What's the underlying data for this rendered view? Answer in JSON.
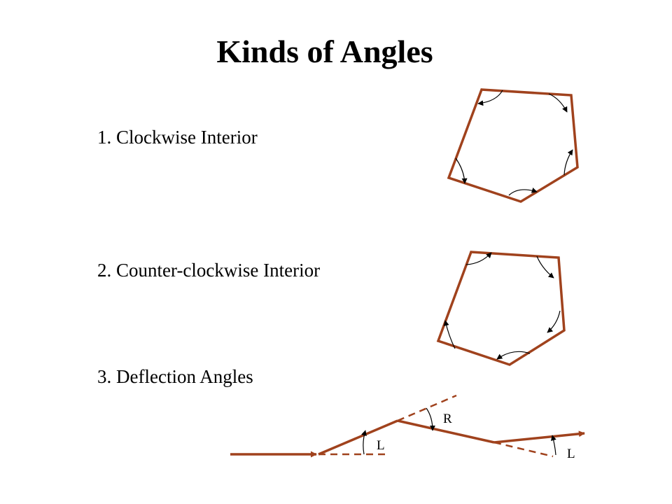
{
  "slide": {
    "title": "Kinds of Angles",
    "items": [
      {
        "label": "1. Clockwise Interior"
      },
      {
        "label": "2. Counter-clockwise Interior"
      },
      {
        "label": "3. Deflection Angles"
      }
    ]
  },
  "deflection": {
    "labels": {
      "left_first": "L",
      "right": "R",
      "left_second": "L"
    }
  },
  "colors": {
    "traverse_line": "#a0421d",
    "arrow": "#000000",
    "text": "#000000",
    "background": "#ffffff"
  }
}
